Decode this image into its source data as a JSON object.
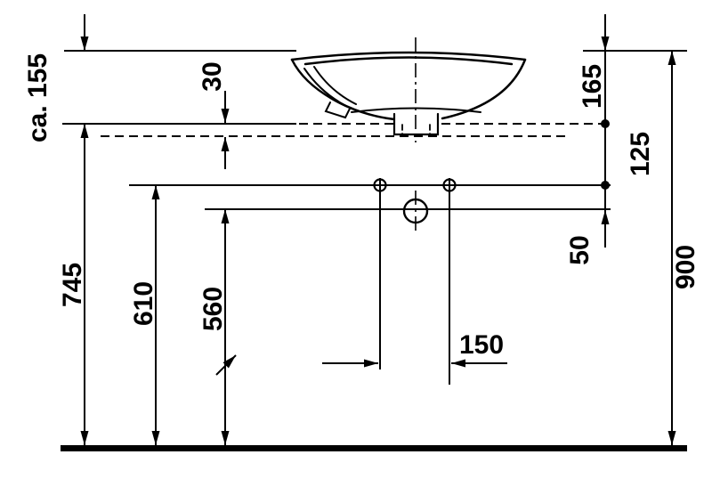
{
  "dims": {
    "counter_offset": "ca. 155",
    "counter_thickness": "30",
    "rim_above_top_point": "165",
    "points_vertical_gap": "125",
    "hole_to_drain": "50",
    "overall_height": "900",
    "counter_height": "745",
    "holes_height": "610",
    "drain_height": "560",
    "holes_spacing": "150"
  },
  "colors": {
    "line": "#000000",
    "background": "#ffffff"
  }
}
